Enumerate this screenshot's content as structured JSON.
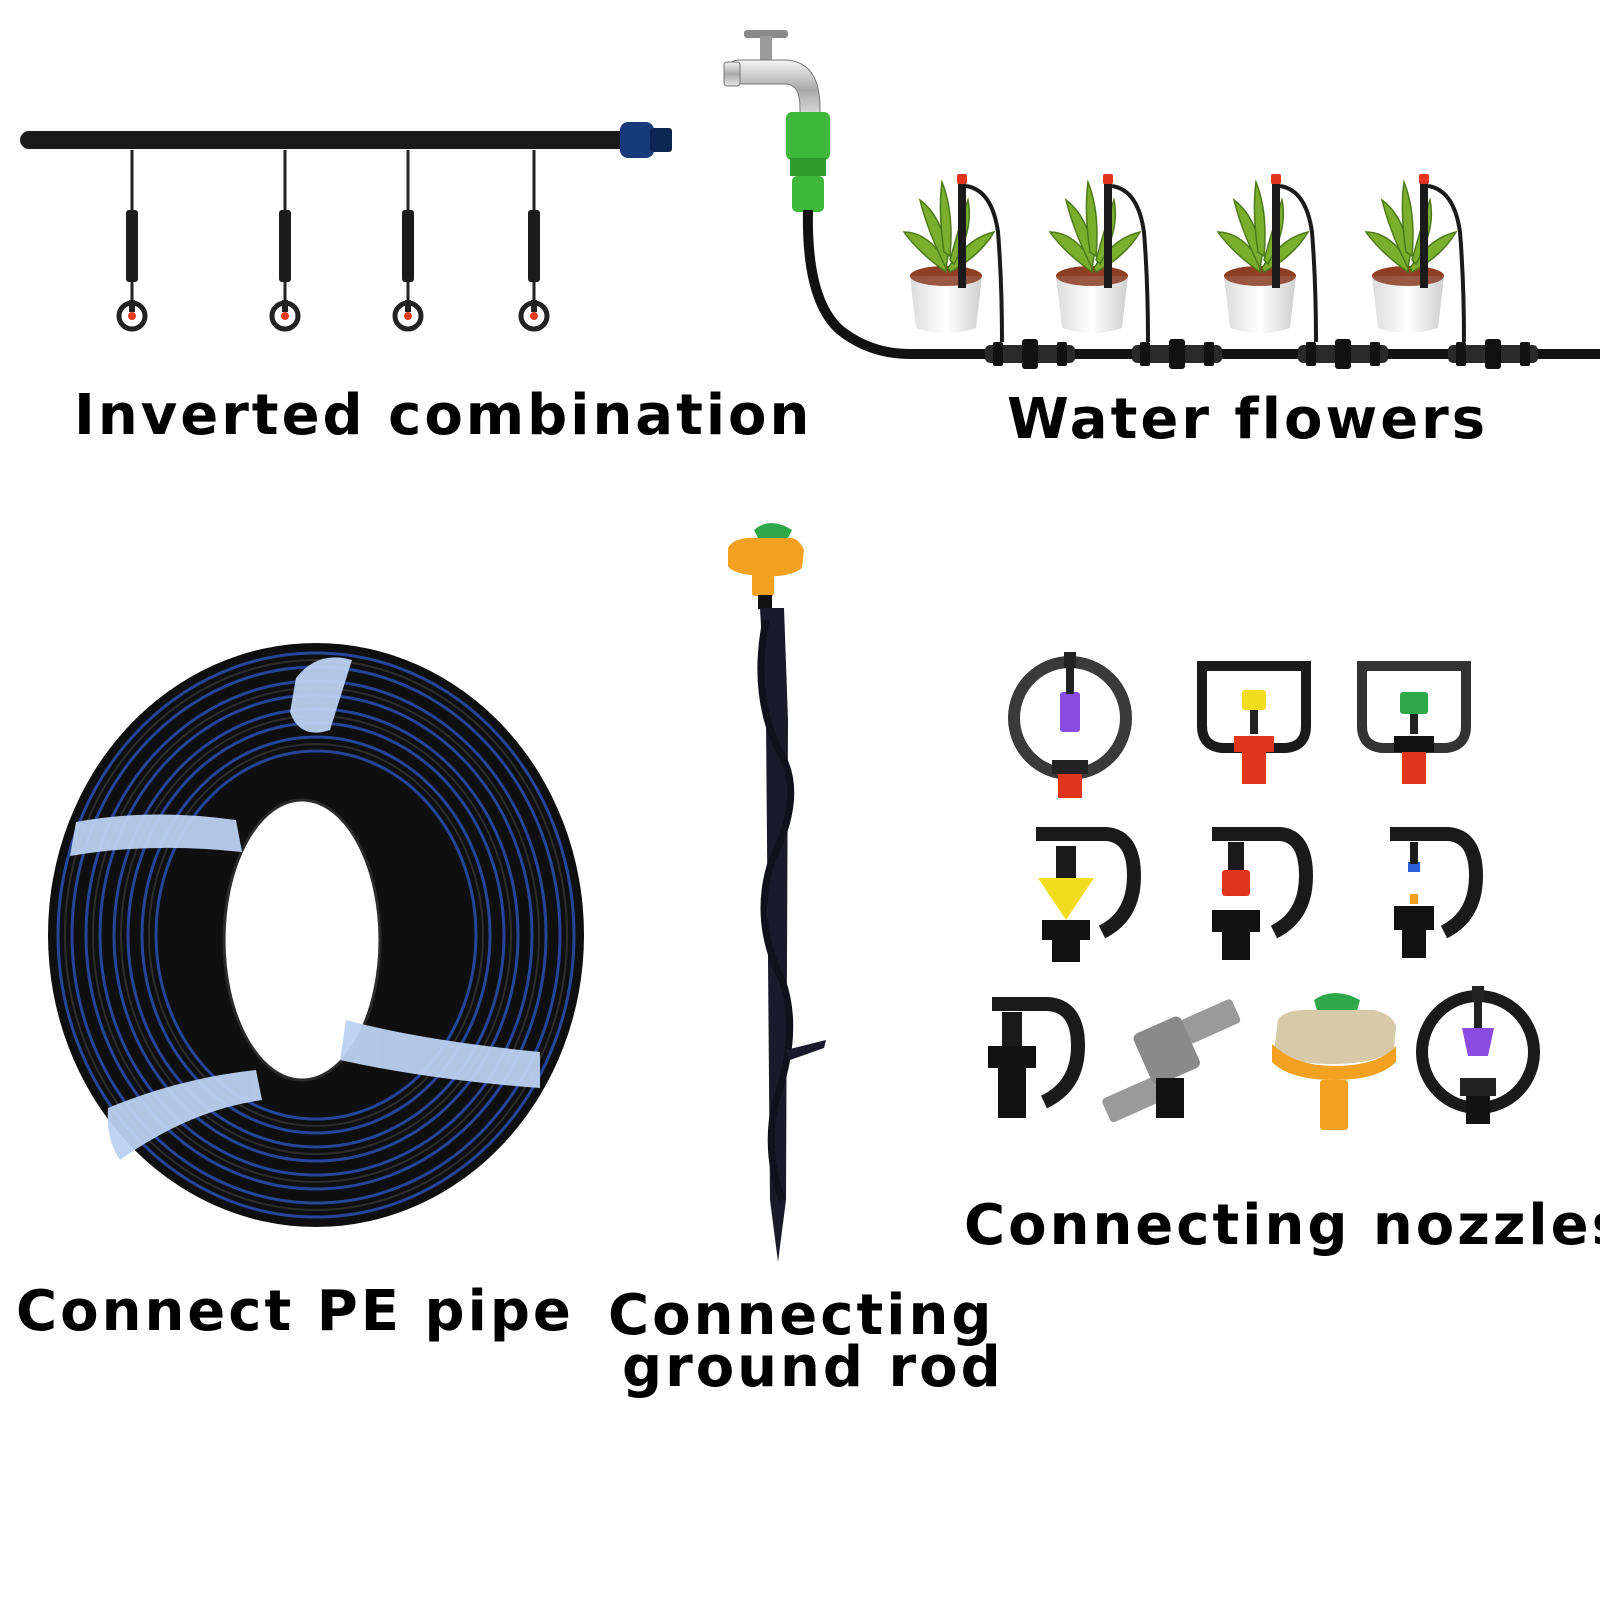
{
  "captions": {
    "inverted": "Inverted combination",
    "water": "Water flowers",
    "pipe": "Connect PE pipe",
    "rod_line1": "Connecting",
    "rod_line2": "ground rod",
    "nozzles": "Connecting nozzles"
  },
  "colors": {
    "pipe": "#151515",
    "pipe_stripe": "#2c4fb0",
    "strap": "#bcd2f2",
    "orange": "#f4a020",
    "red": "#e0341c",
    "green": "#2fa84a",
    "yellow": "#f2dc1e",
    "purple": "#8a4ce0",
    "blue": "#2d5fd8",
    "gray": "#9a9a9a",
    "beige": "#d7caa8"
  },
  "icons": [
    "inverted-sprinkler-icon",
    "faucet-icon",
    "potted-plant-icon",
    "pe-pipe-coil-icon",
    "ground-rod-icon",
    "nozzle-icon"
  ]
}
